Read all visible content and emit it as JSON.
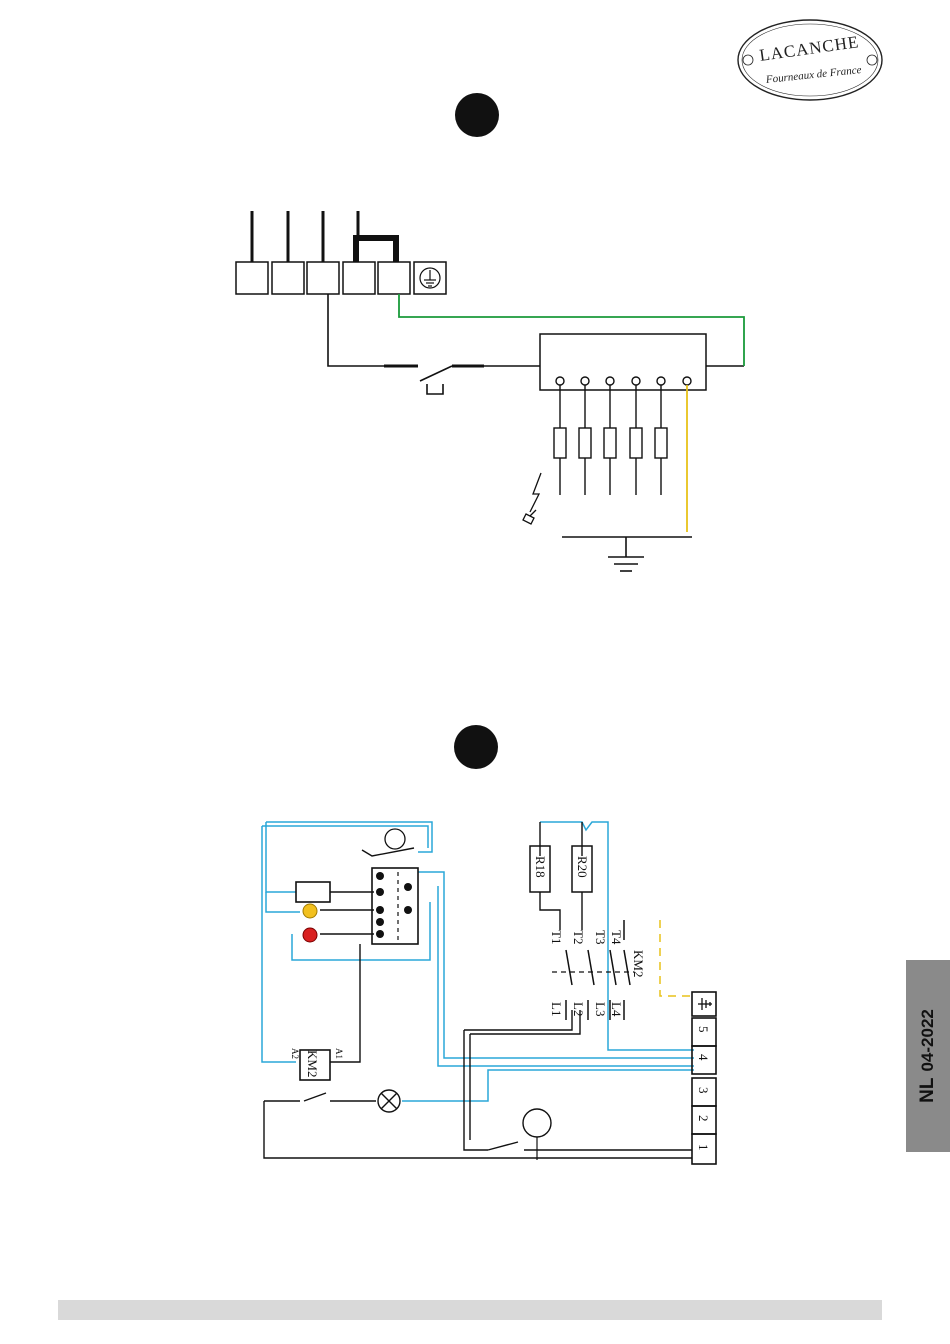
{
  "logo": {
    "brand": "LACANCHE",
    "tagline": "Fourneaux de France"
  },
  "badge": {
    "edition_lang": "NL",
    "edition_date": "04-2022"
  },
  "diagram1": {
    "terminal_count": 6,
    "igniter_electrode_count": 6,
    "colors": {
      "wire": "#111111",
      "earth": "#1a9a3a",
      "yellow": "#e8c21a"
    }
  },
  "diagram2": {
    "resistors": [
      "R18",
      "R20"
    ],
    "contactor_load_labels": [
      "T1",
      "T2",
      "T3",
      "T4"
    ],
    "contactor_line_labels": [
      "L1",
      "L2",
      "L3",
      "L4"
    ],
    "contactor_name": "KM2",
    "coil": {
      "name": "KM2",
      "a1": "A1",
      "a2": "A2"
    },
    "terminal_block": [
      "5",
      "4",
      "3",
      "2",
      "1"
    ],
    "colors": {
      "wire_blue": "#2aa7d8",
      "lamp_yellow": "#f2c01e",
      "lamp_red": "#d92020"
    }
  }
}
